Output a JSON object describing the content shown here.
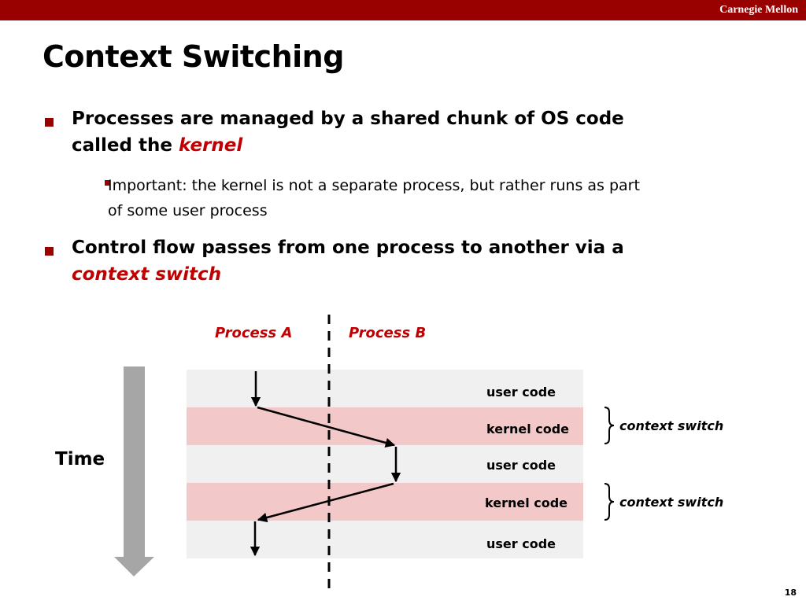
{
  "header": {
    "org": "Carnegie Mellon"
  },
  "slide": {
    "title": "Context Switching",
    "bullets": [
      {
        "text_line1": "Processes are managed by a shared chunk of OS code",
        "text_line2_prefix": "called the ",
        "emphasis": "kernel"
      },
      {
        "text_line1": "Important: the kernel is not a separate process, but rather runs as part",
        "text_line2": "of some user process"
      },
      {
        "text_line1": "Control flow passes from one process to another via a",
        "emphasis": "context switch"
      }
    ],
    "page_number": "18"
  },
  "diagram": {
    "process_a": "Process A",
    "process_b": "Process B",
    "time_label": "Time",
    "bands": [
      "user code",
      "kernel code",
      "user code",
      "kernel code",
      "user code"
    ],
    "brace_labels": [
      "context switch",
      "context switch"
    ]
  },
  "colors": {
    "brand": "#990000",
    "emphasis": "#c00000",
    "band_user": "#f0f0f0",
    "band_kernel": "#f2c8c8",
    "time_arrow": "#a6a6a6"
  }
}
